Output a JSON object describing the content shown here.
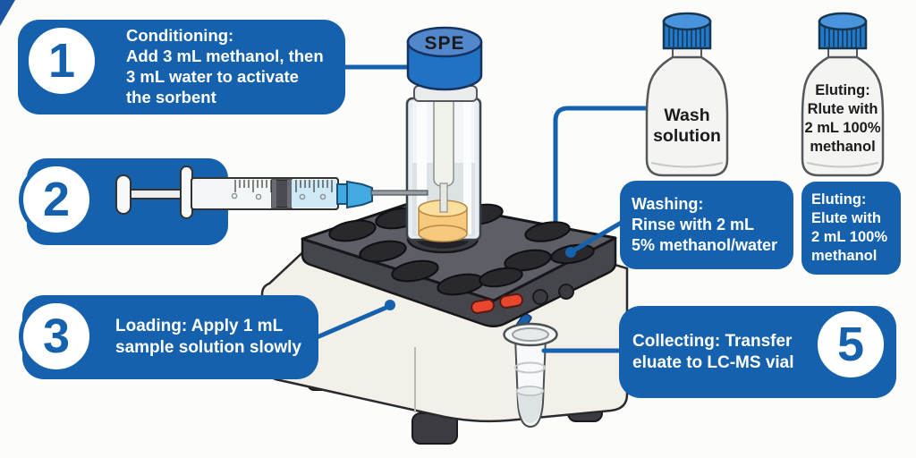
{
  "palette": {
    "primary_blue": "#1561ae",
    "bottle_cap_blue": "#2278cb",
    "needle_hub_blue": "#41aae2",
    "syringe_liquid_blue": "#cfe9f7",
    "sorbent_orange": "#f6c97d",
    "manifold_gray": "#5e5e66",
    "manifold_hole_gray": "#28282d",
    "base_cream": "#f2f0e9",
    "button_red": "#e8472e"
  },
  "steps": {
    "conditioning": {
      "number": "1",
      "text": "Conditioning:\nAdd 3 mL methanol, then\n3 mL water to activate\nthe sorbent"
    },
    "injection": {
      "number": "2"
    },
    "loading": {
      "number": "3",
      "text": "Loading: Apply 1 mL\nsample solution slowly"
    },
    "collecting": {
      "number": "5",
      "text": "Collecting: Transfer\neluate to LC-MS vial"
    }
  },
  "callouts": {
    "washing": "Washing:\nRinse with 2 mL\n5% methanol/water",
    "eluting": "Eluting:\nElute with\n2 mL 100%\nmethanol"
  },
  "labels": {
    "spe_cap": "SPE",
    "wash_bottle": [
      "Wash",
      "solution"
    ],
    "eluting_bottle": [
      "Eluting:",
      "Rlute with",
      "2 mL 100%",
      "methanol"
    ]
  }
}
